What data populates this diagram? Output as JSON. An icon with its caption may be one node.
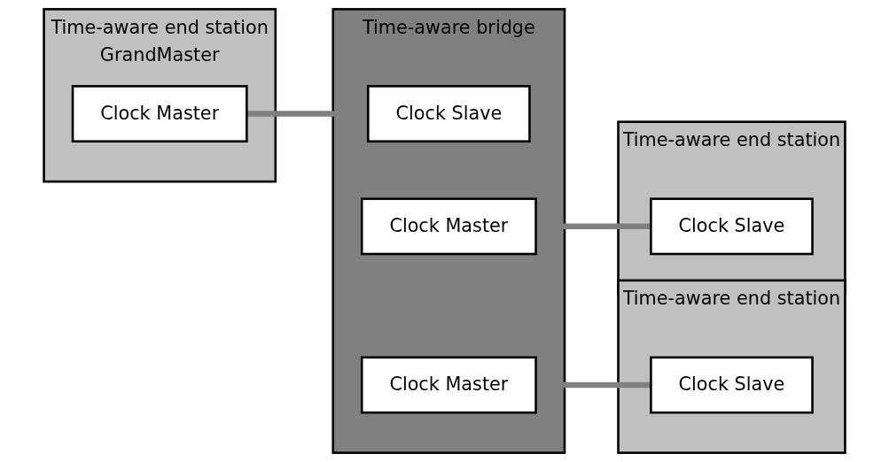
{
  "diagram": {
    "nodes": [
      {
        "text": [
          "Time-aware end station",
          "GrandMaster"
        ]
      },
      {
        "text": [
          "Clock Master"
        ],
        "in": 0
      },
      {
        "text": [
          "Time-aware bridge"
        ]
      },
      {
        "text": [
          "Clock Slave"
        ],
        "in": 2
      },
      {
        "text": [
          "Clock Master"
        ],
        "in": 2
      },
      {
        "text": [
          "Clock Master"
        ],
        "in": 2
      },
      {
        "text": [
          "Time-aware end station"
        ]
      },
      {
        "text": [
          "Clock Slave"
        ],
        "in": 6
      },
      {
        "text": [
          "Time-aware end station"
        ]
      },
      {
        "text": [
          "Clock Slave"
        ],
        "in": 8
      }
    ],
    "edges": [
      {
        "from": 1,
        "to": 3,
        "arrow": "none"
      },
      {
        "from": 4,
        "to": 7,
        "arrow": "none"
      },
      {
        "from": 5,
        "to": 9,
        "arrow": "none"
      }
    ]
  }
}
